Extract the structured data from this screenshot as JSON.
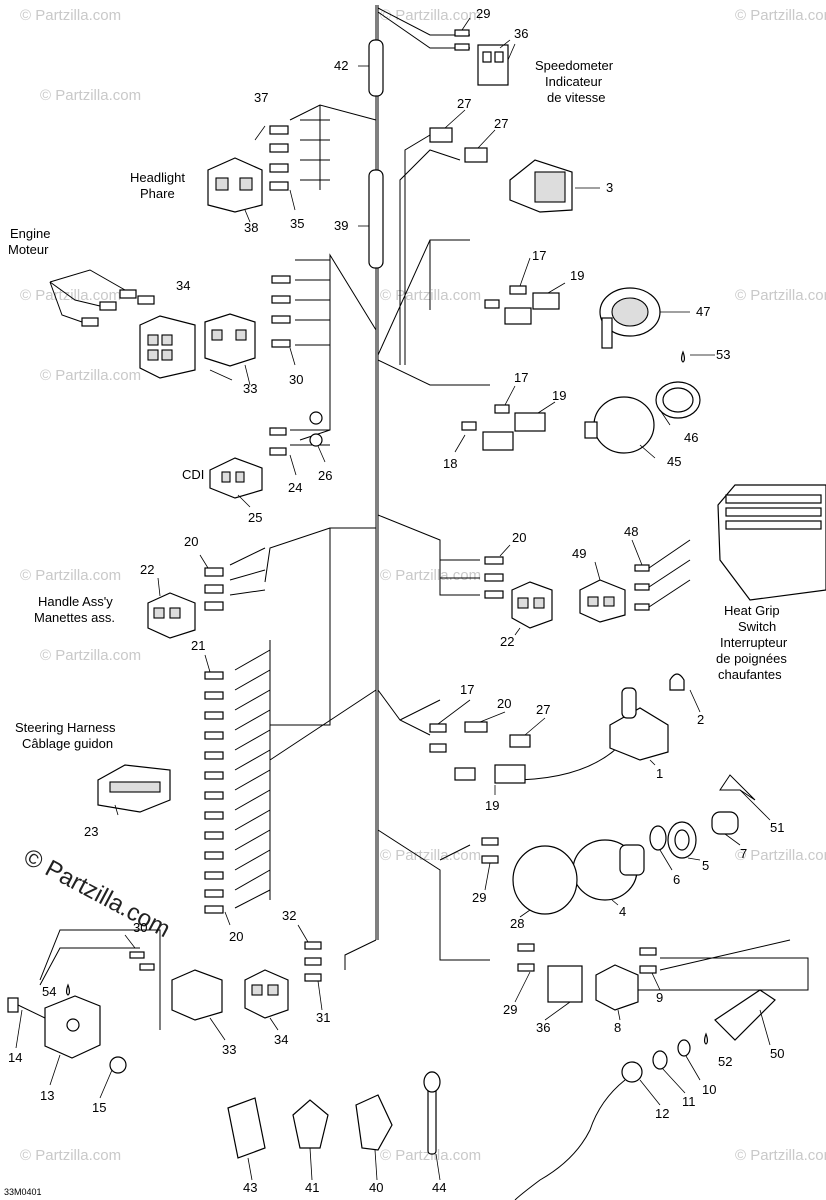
{
  "labels": {
    "speedometer_en": "Speedometer",
    "speedometer_fr1": "Indicateur",
    "speedometer_fr2": "de vitesse",
    "headlight_en": "Headlight",
    "headlight_fr": "Phare",
    "engine_en": "Engine",
    "engine_fr": "Moteur",
    "cdi": "CDI",
    "handle_en": "Handle Ass'y",
    "handle_fr": "Manettes ass.",
    "steering_en": "Steering Harness",
    "steering_fr": "Câblage guidon",
    "heatgrip_1": "Heat Grip",
    "heatgrip_2": "Switch",
    "heatgrip_3": "Interrupteur",
    "heatgrip_4": "de poignées",
    "heatgrip_5": "chaufantes"
  },
  "watermark": "© Partzilla.com",
  "watermark_small": "© Partzilla.com",
  "diagram_code": "33M0401",
  "part_numbers": {
    "p29a": "29",
    "p36a": "36",
    "p42": "42",
    "p37": "37",
    "p27a": "27",
    "p27b": "27",
    "p3": "3",
    "p38": "38",
    "p35": "35",
    "p39": "39",
    "p17a": "17",
    "p19a": "19",
    "p47": "47",
    "p34a": "34",
    "p53": "53",
    "p33a": "33",
    "p30a": "30",
    "p17b": "17",
    "p19b": "19",
    "p46": "46",
    "p18": "18",
    "p45": "45",
    "p26": "26",
    "p24": "24",
    "p25": "25",
    "p20a": "20",
    "p48": "48",
    "p22a": "22",
    "p49": "49",
    "p22b": "22",
    "p21": "21",
    "p2": "2",
    "p17c": "17",
    "p20b": "20",
    "p27c": "27",
    "p1": "1",
    "p19c": "19",
    "p51": "51",
    "p23": "23",
    "p7": "7",
    "p5": "5",
    "p6": "6",
    "p4": "4",
    "p29b": "29",
    "p28": "28",
    "p20c": "20",
    "p30b": "30",
    "p32": "32",
    "p31": "31",
    "p54": "54",
    "p34b": "34",
    "p33b": "33",
    "p29c": "29",
    "p36b": "36",
    "p8": "8",
    "p9": "9",
    "p50": "50",
    "p14": "14",
    "p13": "13",
    "p15": "15",
    "p52": "52",
    "p10": "10",
    "p11": "11",
    "p12": "12",
    "p43": "43",
    "p41": "41",
    "p40": "40",
    "p44": "44"
  }
}
